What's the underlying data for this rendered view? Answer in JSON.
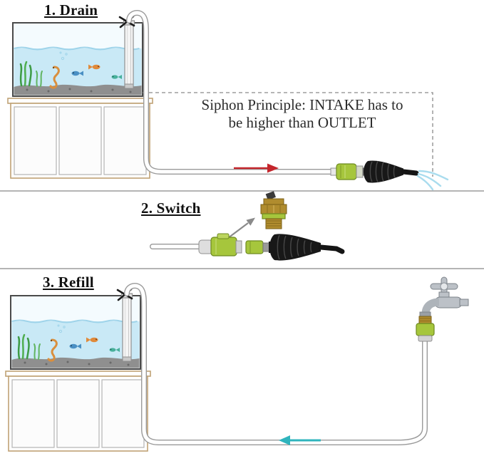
{
  "steps": {
    "drain": {
      "title": "1. Drain"
    },
    "switch": {
      "title": "2. Switch"
    },
    "refill": {
      "title": "3. Refill"
    }
  },
  "annotation": {
    "line1": "Siphon Principle: INTAKE has to",
    "line2": "be higher than OUTLET"
  },
  "colors": {
    "water": "#c9e9f6",
    "connector_green": "#a6c63c",
    "pump_black": "#181818",
    "brass": "#b08c2e",
    "faucet_silver": "#bcc1c7",
    "arrow_red": "#c4262c",
    "arrow_teal": "#2fb4bd",
    "dashed_gray": "#8a8a8a",
    "cabinet_trim": "#c0a274",
    "hose_outline": "#9a9a9a"
  }
}
